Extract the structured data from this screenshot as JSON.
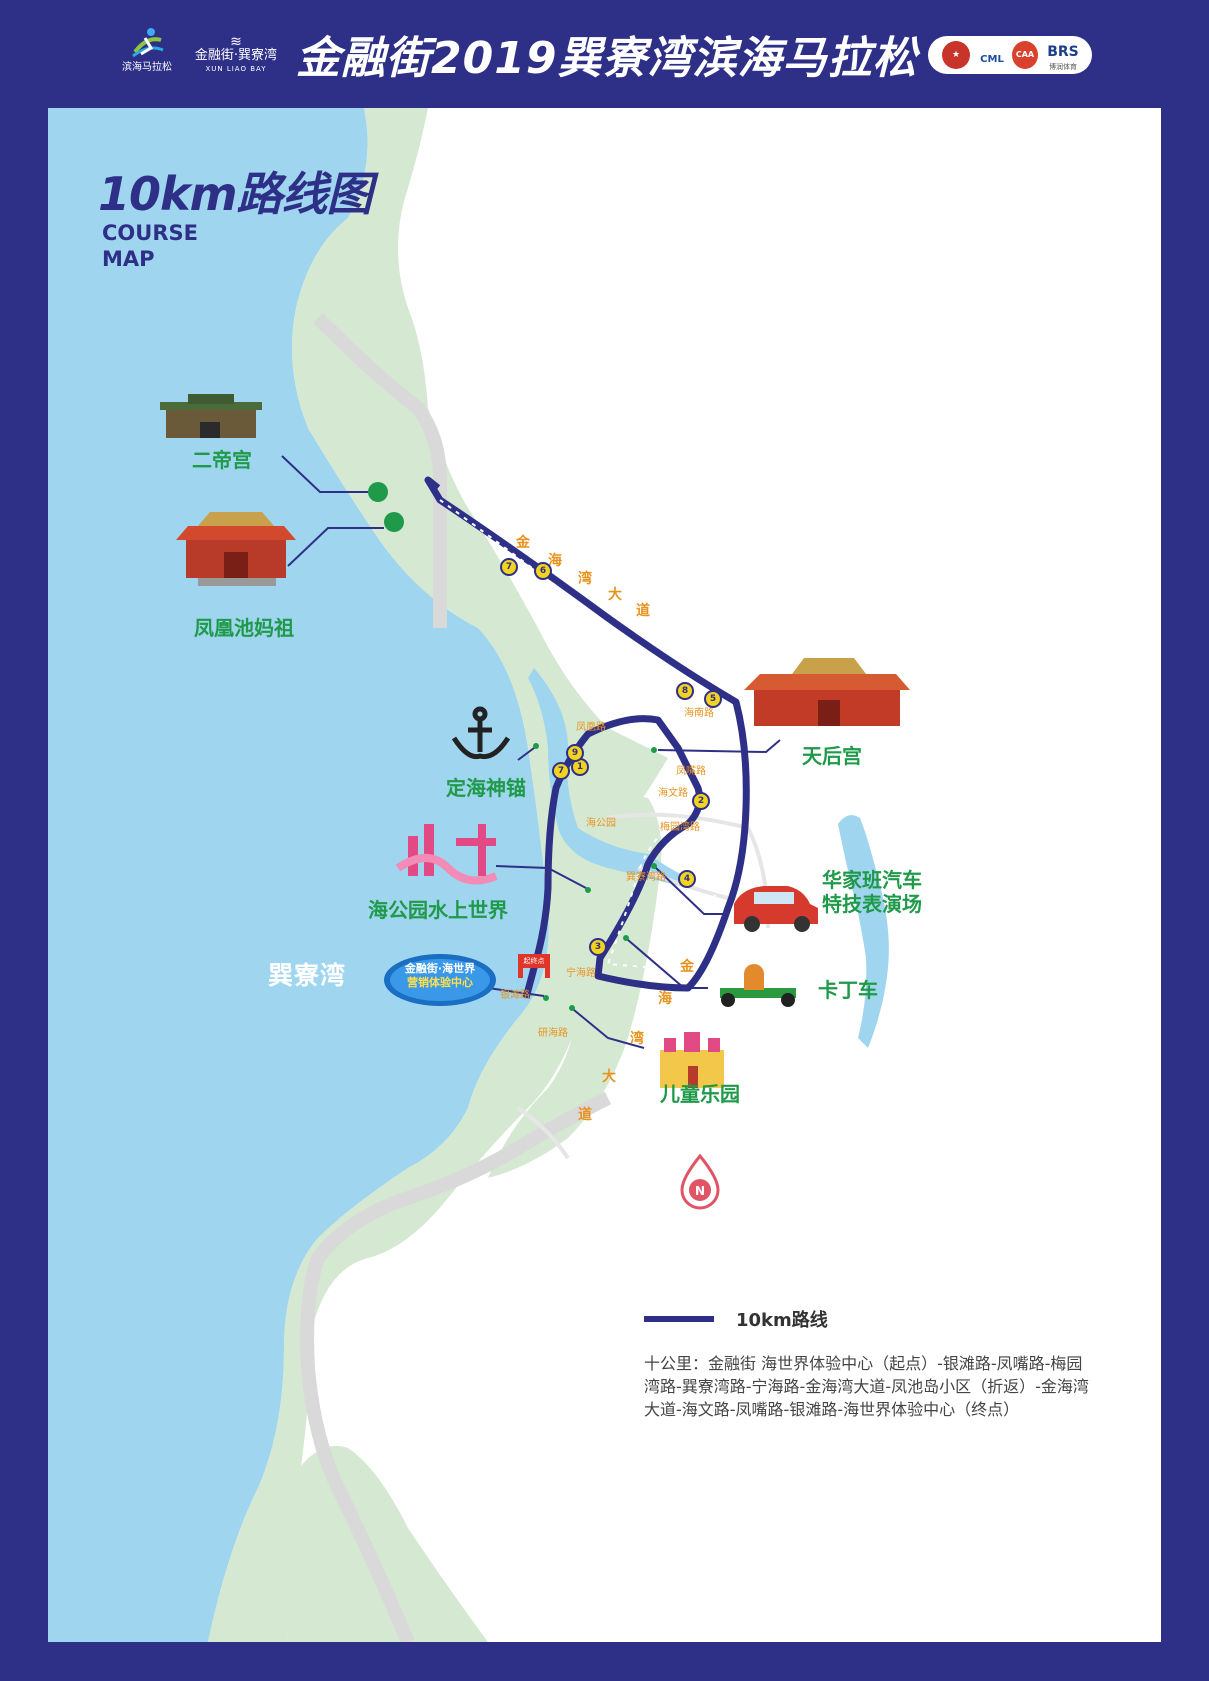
{
  "header": {
    "title": "金融街2019巽寮湾滨海马拉松",
    "logo_left_caption": "滨海马拉松",
    "logo_jr_name": "金融街·巽寮湾",
    "logo_jr_en": "XUN LIAO BAY",
    "sponsors": [
      "CML",
      "CAA",
      "BRS",
      "博润体育"
    ]
  },
  "map": {
    "title": "10km路线图",
    "subtitle_line1": "COURSE",
    "subtitle_line2": "MAP",
    "water_label": "巽寮湾",
    "colors": {
      "sea": "#9fd5ee",
      "land": "#d5e9d2",
      "route": "#2e3088",
      "poi_text": "#1f9a4a",
      "road_label": "#e8931e",
      "frame": "#2e3088"
    },
    "poi": {
      "erdi": "二帝宫",
      "mazu": "凤凰池妈祖",
      "anchor": "定海神锚",
      "waterpark": "海公园水上世界",
      "tianhou": "天后宫",
      "stunt_line1": "华家班汽车",
      "stunt_line2": "特技表演场",
      "kart": "卡丁车",
      "kids": "儿童乐园"
    },
    "center_badge_line1": "金融街·海世界",
    "center_badge_line2": "营销体验中心",
    "start_label": "起终点",
    "roads": {
      "jinhaiwan_upper": [
        "金",
        "海",
        "湾",
        "大",
        "道"
      ],
      "jinhaiwan_lower": [
        "金",
        "海",
        "湾",
        "大",
        "道"
      ],
      "fengzui": "凤嘴路",
      "meiyuanwan": "梅园湾路",
      "xunliaowan": "巽寮湾路",
      "ninghai": "宁海路",
      "yintan": "银滩路",
      "haiwen": "海文路",
      "fenghuang": "凤凰路",
      "hainan": "海南路",
      "haigongyuan": "海公园",
      "yanwen": "研海路"
    },
    "km_markers": [
      "1",
      "2",
      "3",
      "4",
      "5",
      "6",
      "7",
      "7",
      "8",
      "9"
    ],
    "legend_label": "10km路线",
    "north": "N",
    "description": "十公里：金融街  海世界体验中心（起点）-银滩路-凤嘴路-梅园湾路-巽寮湾路-宁海路-金海湾大道-凤池岛小区（折返）-金海湾大道-海文路-凤嘴路-银滩路-海世界体验中心（终点）"
  }
}
